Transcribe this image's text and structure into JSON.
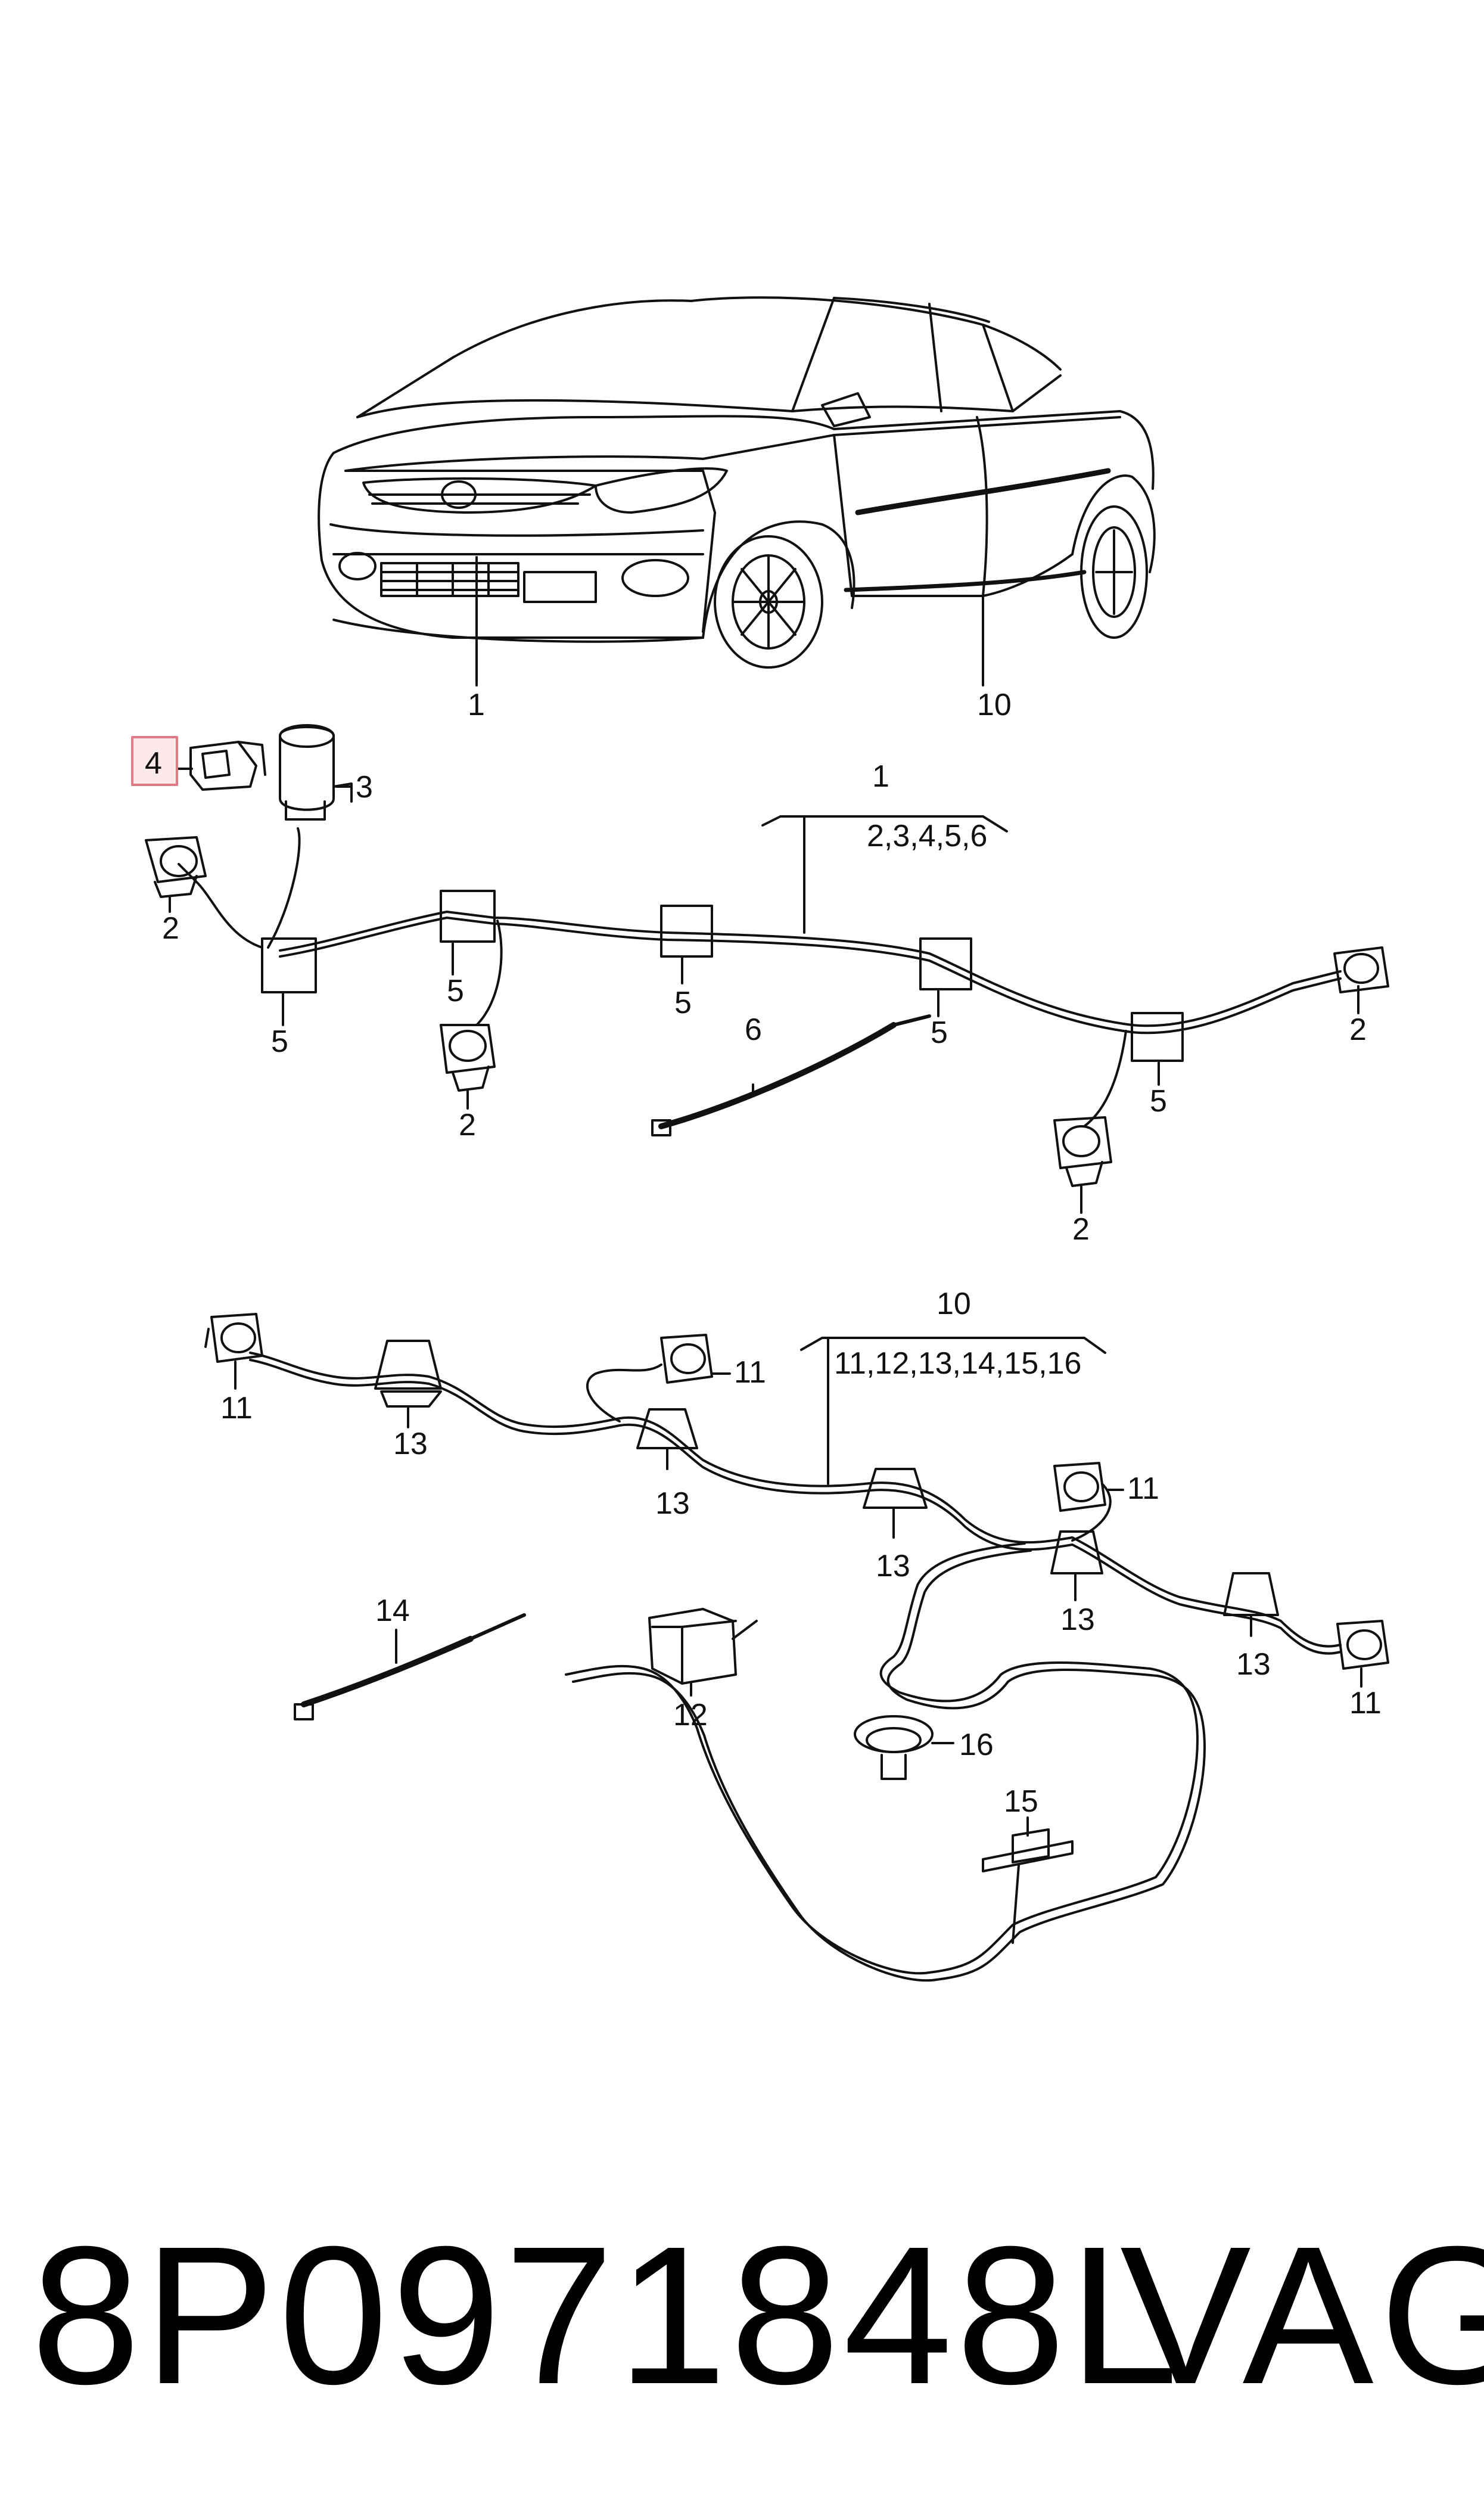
{
  "car_labels": {
    "front_harness": "1",
    "door_harness": "10"
  },
  "group1": {
    "title": "1",
    "subitems": "2,3,4,5,6"
  },
  "group10": {
    "title": "10",
    "subitems": "11,12,13,14,15,16"
  },
  "callouts_top": {
    "highlighted_part": "4",
    "sensor": "3",
    "connector": "2",
    "clip": "5",
    "cable_tie": "6"
  },
  "callouts_bottom": {
    "connector": "11",
    "clip": "13",
    "cable_tie": "14",
    "plug_housing": "12",
    "grommet": "16",
    "bracket": "15"
  },
  "footer": {
    "part_number": "8P0971848L",
    "brand": "VAG"
  },
  "colors": {
    "highlight_fill": "#fde8ea",
    "highlight_border": "#e07b86",
    "line": "#111111"
  }
}
